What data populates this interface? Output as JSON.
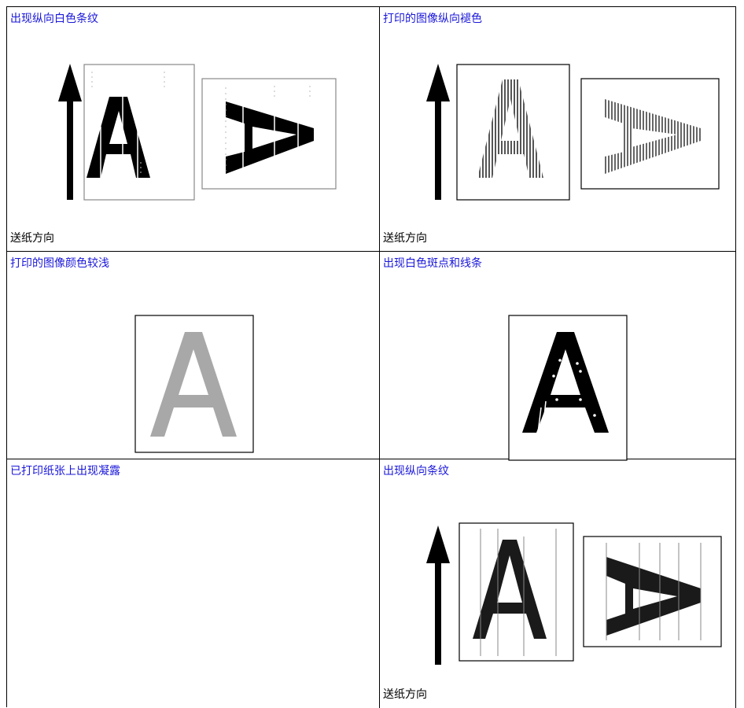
{
  "cells": [
    {
      "title": "出现纵向白色条纹",
      "feed": "送纸方向"
    },
    {
      "title": "打印的图像纵向褪色",
      "feed": "送纸方向"
    },
    {
      "title": "打印的图像颜色较浅"
    },
    {
      "title": "出现白色斑点和线条"
    },
    {
      "title": "已打印纸张上出现凝露"
    },
    {
      "title": "出现纵向条纹",
      "feed": "送纸方向"
    }
  ],
  "colors": {
    "link": "#1a17d9",
    "text": "#000000",
    "light_gray": "#a8a8a8"
  }
}
